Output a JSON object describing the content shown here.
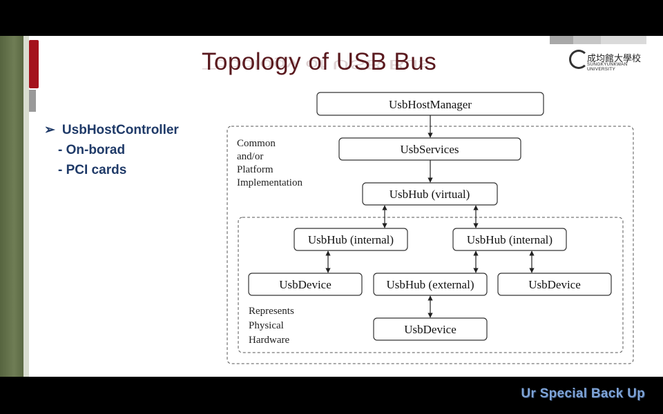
{
  "slide": {
    "title": "Topology of USB Bus",
    "logo": {
      "name_chinese": "成均館大學校",
      "name_english": "SUNGKYUNKWAN UNIVERSITY"
    },
    "bullets": {
      "main": "UsbHostController",
      "subs": [
        "- On-borad",
        "- PCI cards"
      ]
    },
    "footer_text": "Ur Special Back Up"
  },
  "diagram": {
    "nodes": {
      "host_manager": "UsbHostManager",
      "services": "UsbServices",
      "hub_virtual": "UsbHub (virtual)",
      "hub_internal_left": "UsbHub (internal)",
      "hub_internal_right": "UsbHub (internal)",
      "device_left": "UsbDevice",
      "hub_external": "UsbHub (external)",
      "device_right": "UsbDevice",
      "device_bottom": "UsbDevice"
    },
    "regions": {
      "common_label": [
        "Common",
        "and/or",
        "Platform",
        "Implementation"
      ],
      "physical_label": [
        "Represents",
        "Physical",
        "Hardware"
      ]
    }
  }
}
